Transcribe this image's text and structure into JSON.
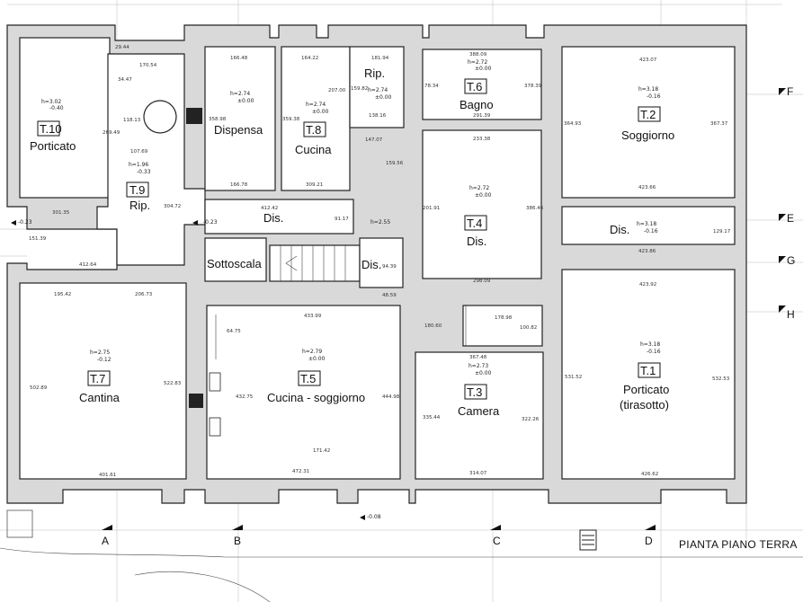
{
  "title": "PIANTA PIANO TERRA",
  "axes": {
    "bottom": [
      "A",
      "B",
      "C",
      "D"
    ],
    "right": [
      "F",
      "E",
      "G",
      "H"
    ]
  },
  "ground_level": "-0.08",
  "rooms": [
    {
      "code": "T.10",
      "name": "Porticato",
      "h": "h=3.02",
      "level": "-0.40"
    },
    {
      "code": "T.9",
      "name": "Rip.",
      "h": "h=1.96",
      "level": "-0.33"
    },
    {
      "code": "",
      "name": "Dispensa",
      "h": "h=2.74",
      "level": "±0.00"
    },
    {
      "code": "T.8",
      "name": "Cucina",
      "h": "h=2.74",
      "level": "±0.00"
    },
    {
      "code": "",
      "name": "Rip.",
      "h": "h=2.74",
      "level": "±0.00"
    },
    {
      "code": "T.6",
      "name": "Bagno",
      "h": "h=2.72",
      "level": "±0.00"
    },
    {
      "code": "T.2",
      "name": "Soggiorno",
      "h": "h=3.18",
      "level": "-0.16"
    },
    {
      "code": "",
      "name": "Dis.",
      "h": "",
      "level": "-0.23"
    },
    {
      "code": "T.4",
      "name": "Dis.",
      "h": "h=2.72",
      "level": "±0.00"
    },
    {
      "code": "",
      "name": "Dis.",
      "h": "h=3.18",
      "level": "-0.16"
    },
    {
      "code": "",
      "name": "Sottoscala",
      "h": "",
      "level": ""
    },
    {
      "code": "",
      "name": "Dis.",
      "h": "",
      "level": ""
    },
    {
      "code": "T.7",
      "name": "Cantina",
      "h": "h=2.75",
      "level": "-0.12"
    },
    {
      "code": "T.5",
      "name": "Cucina - soggiorno",
      "h": "h=2.79",
      "level": "±0.00"
    },
    {
      "code": "T.3",
      "name": "Camera",
      "h": "h=2.73",
      "level": "±0.00"
    },
    {
      "code": "T.1",
      "name": "Porticato",
      "name2": "(tirasotto)",
      "h": "h=3.18",
      "level": "-0.16"
    }
  ],
  "levels": {
    "left_edge": "-0.23",
    "dis_mid": "-0.23",
    "t4_side": "h=2.55"
  },
  "dimensions": {
    "d1": "29.44",
    "d2": "170.54",
    "d3": "34.47",
    "d4": "118.13",
    "d5": "269.49",
    "d6": "107.69",
    "d7": "166.48",
    "d8": "164.22",
    "d9": "181.94",
    "d10": "388.09",
    "d11": "423.07",
    "d12": "358.98",
    "d13": "359.38",
    "d14": "207.00",
    "d15": "159.82",
    "d16": "78.34",
    "d17": "378.39",
    "d18": "291.39",
    "d19": "364.93",
    "d20": "367.37",
    "d21": "138.16",
    "d22": "147.07",
    "d23": "233.38",
    "d24": "159.56",
    "d25": "166.78",
    "d26": "309.21",
    "d27": "423.66",
    "d28": "301.35",
    "d29": "304.72",
    "d30": "412.42",
    "d31": "91.17",
    "d32": "386.46",
    "d33": "201.91",
    "d34": "151.39",
    "d35": "129.17",
    "d36": "423.86",
    "d37": "412.64",
    "d38": "94.39",
    "d39": "298.09",
    "d40": "423.92",
    "d41": "195.42",
    "d42": "206.73",
    "d43": "48.59",
    "d44": "433.99",
    "d45": "178.98",
    "d46": "180.60",
    "d47": "100.82",
    "d48": "64.75",
    "d49": "367.48",
    "d50": "502.89",
    "d51": "522.83",
    "d52": "432.75",
    "d53": "444.98",
    "d54": "335.44",
    "d55": "322.26",
    "d56": "531.52",
    "d57": "532.53",
    "d58": "171.42",
    "d59": "401.61",
    "d60": "472.31",
    "d61": "314.07",
    "d62": "426.62"
  }
}
